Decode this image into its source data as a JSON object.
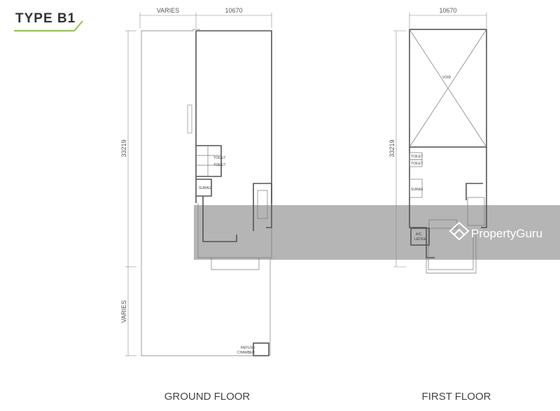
{
  "title": "TYPE B1",
  "accent_color": "#8cc63f",
  "ground_floor": {
    "label": "GROUND FLOOR",
    "dim_top_left": "VARIES",
    "dim_top_right": "10670",
    "dim_left_upper": "33219",
    "dim_left_lower": "VARIES",
    "rooms": [
      "TOILET",
      "TOILET",
      "SURAU",
      "REFUSE",
      "CHAMBER"
    ]
  },
  "first_floor": {
    "label": "FIRST FLOOR",
    "dim_top": "10670",
    "dim_left": "33219",
    "rooms": [
      "VOID",
      "TOILET",
      "TOILET",
      "SURAU",
      "A/C",
      "LEDGE"
    ]
  },
  "watermark": "PropertyGuru"
}
